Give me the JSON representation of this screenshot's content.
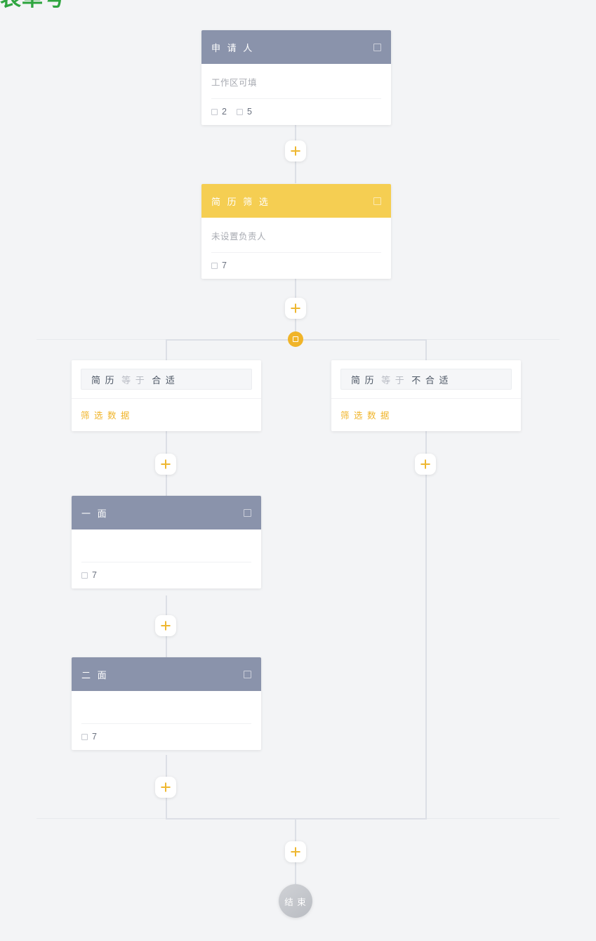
{
  "watermark": {
    "text": "表单号"
  },
  "canvas": {
    "background": "#f3f4f6",
    "line_color": "#dcdfe6",
    "accent_gold": "#f0b429",
    "accent_slate": "#8a93ab",
    "accent_yellow_header": "#f5ce52"
  },
  "nodes": {
    "applicant": {
      "title": "申 请 人",
      "header_color": "#8a93ab",
      "subtext": "工作区可填",
      "badges": [
        {
          "icon": "square-outline-icon",
          "count": "2"
        },
        {
          "icon": "square-outline-icon",
          "count": "5"
        }
      ],
      "header_icon": "square-icon"
    },
    "resume_screen": {
      "title": "简 历 筛 选",
      "header_color": "#f5ce52",
      "subtext": "未设置负责人",
      "badges": [
        {
          "icon": "square-outline-icon",
          "count": "7"
        }
      ],
      "header_icon": "square-icon"
    },
    "first_interview": {
      "title": "一 面",
      "header_color": "#8a93ab",
      "subtext": "",
      "badges": [
        {
          "icon": "square-outline-icon",
          "count": "7"
        }
      ],
      "header_icon": "square-icon"
    },
    "second_interview": {
      "title": "二 面",
      "header_color": "#8a93ab",
      "subtext": "",
      "badges": [
        {
          "icon": "square-outline-icon",
          "count": "7"
        }
      ],
      "header_icon": "square-icon"
    },
    "end": {
      "label": "结 束"
    }
  },
  "branch": {
    "node_icon": "branch-square-icon",
    "conditions": [
      {
        "field": "简 历",
        "operator": "等 于",
        "value": "合 适",
        "action_label": "筛 选 数 据"
      },
      {
        "field": "简 历",
        "operator": "等 于",
        "value": "不 合 适",
        "action_label": "筛 选 数 据"
      }
    ]
  },
  "add_buttons": [
    {
      "id": "add-after-applicant",
      "icon": "plus-icon"
    },
    {
      "id": "add-after-resume-screen",
      "icon": "plus-icon"
    },
    {
      "id": "add-in-branch-left-top",
      "icon": "plus-icon"
    },
    {
      "id": "add-in-branch-right-top",
      "icon": "plus-icon"
    },
    {
      "id": "add-after-first-interview",
      "icon": "plus-icon"
    },
    {
      "id": "add-after-second-interview",
      "icon": "plus-icon"
    },
    {
      "id": "add-before-end",
      "icon": "plus-icon"
    }
  ]
}
